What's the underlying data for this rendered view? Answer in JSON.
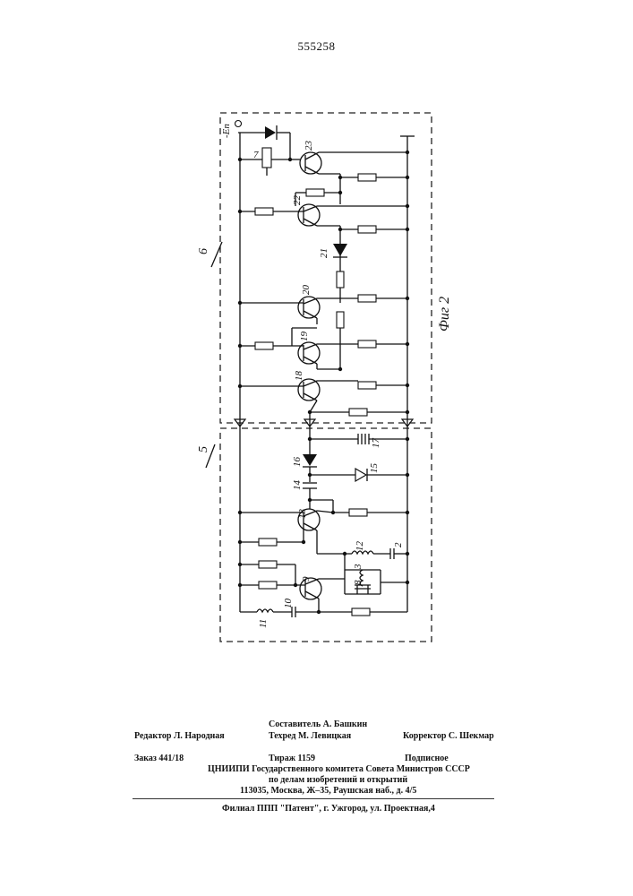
{
  "patent_number": "555258",
  "figure_caption": "Фиг 2",
  "block_labels": {
    "upper_block": "6",
    "lower_block": "5"
  },
  "supply_label": "-Eп",
  "component_labels": {
    "c7": "7",
    "c23": "23",
    "c22": "22",
    "c21": "21",
    "c20": "20",
    "c19": "19",
    "c18": "18",
    "c17": "17",
    "c16": "16",
    "c15": "15",
    "c14": "14",
    "c13": "13",
    "c12": "12",
    "c2": "2",
    "c3": "3",
    "c8": "8",
    "c9": "9",
    "c10": "10",
    "c11": "11"
  },
  "credits": {
    "editor": "Редактор  Л. Народная",
    "compiler": "Составитель  А. Башкин",
    "techeditor": "Техред   М. Левицкая",
    "corrector": "Корректор  С. Шекмар",
    "order": "Заказ  441/18",
    "circulation": "Тираж   1159",
    "subscription": "Подписное",
    "org_line1": "ЦНИИПИ Государственного комитета Совета Министров СССР",
    "org_line2": "по делам изобретений и открытий",
    "address": "113035, Москва, Ж–35, Раушская наб., д. 4/5",
    "branch": "Филиал ППП \"Патент\", г. Ужгород, ул. Проектная,4"
  }
}
